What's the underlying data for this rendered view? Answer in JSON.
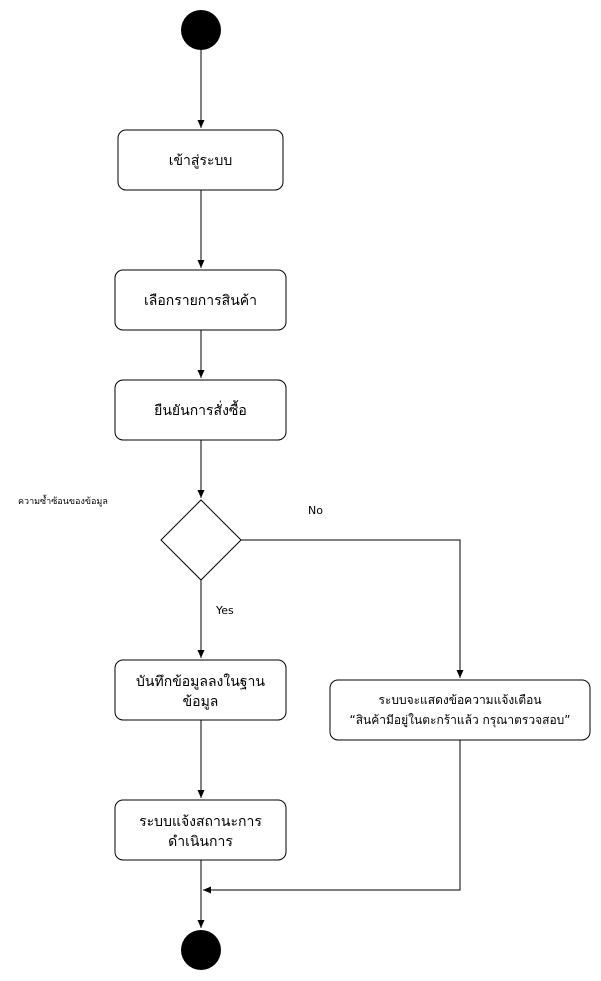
{
  "nodes": {
    "login": "เข้าสู่ระบบ",
    "select_items": "เลือกรายการสินค้า",
    "confirm_order": "ยืนยันการสั่งซื้อ",
    "save_data": {
      "line1": "บันทึกข้อมูลลงในฐาน",
      "line2": "ข้อมูล"
    },
    "notify_status": {
      "line1": "ระบบแจ้งสถานะการ",
      "line2": "ดำเนินการ"
    },
    "show_message": {
      "line1": "ระบบจะแสดงข้อความแจ้งเตือน",
      "line2": "“สินค้ามีอยู่ในตะกร้าแล้ว กรุณาตรวจสอบ”"
    }
  },
  "decision": {
    "label": "ความซ้ำซ้อนของข้อมูล",
    "yes_label": "Yes",
    "no_label": "No"
  },
  "colors": {
    "stroke": "#000000",
    "fill": "#ffffff",
    "terminal": "#000000"
  }
}
